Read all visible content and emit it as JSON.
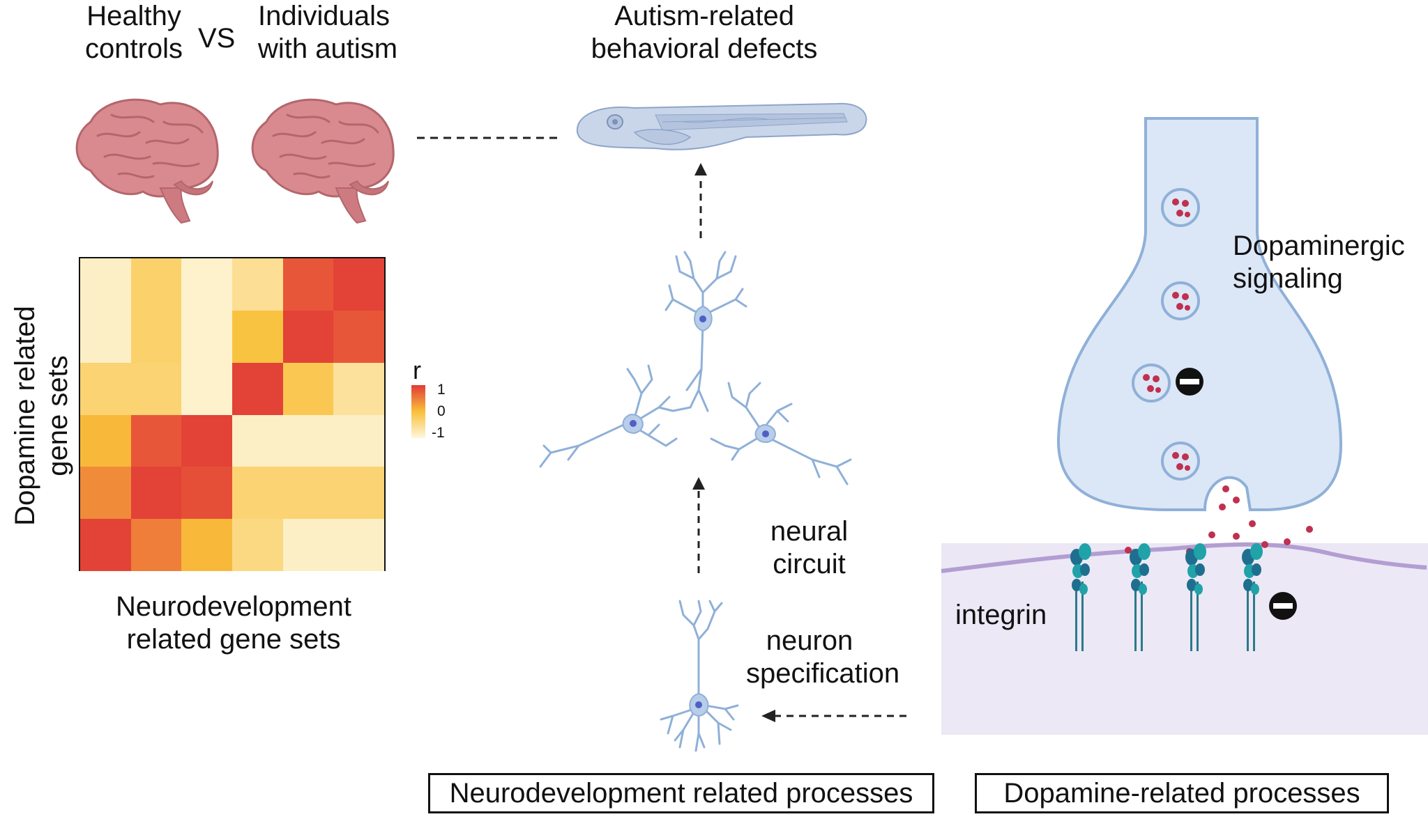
{
  "header": {
    "healthy": "Healthy controls",
    "healthy_l1": "Healthy",
    "healthy_l2": "controls",
    "vs": "VS",
    "autism_l1": "Individuals",
    "autism_l2": "with autism",
    "defects_l1": "Autism-related",
    "defects_l2": "behavioral defects"
  },
  "heatmap": {
    "ylabel_l1": "Dopamine related",
    "ylabel_l2": "gene sets",
    "xlabel_l1": "Neurodevelopment",
    "xlabel_l2": "related gene sets",
    "legend_title": "r",
    "legend_ticks": [
      "1",
      "0",
      "-1"
    ],
    "colors": {
      "high": "#e23b37",
      "mid": "#f9c03a",
      "low": "#fef7dd"
    }
  },
  "chart_data": {
    "type": "heatmap",
    "rows": 6,
    "cols": 6,
    "values": [
      [
        -0.85,
        -0.3,
        -0.9,
        -0.55,
        0.8,
        0.95
      ],
      [
        -0.85,
        -0.3,
        -0.9,
        -0.05,
        0.95,
        0.8
      ],
      [
        -0.35,
        -0.35,
        -0.9,
        0.95,
        -0.15,
        -0.6
      ],
      [
        0.05,
        0.8,
        0.95,
        -0.85,
        -0.85,
        -0.85
      ],
      [
        0.4,
        0.95,
        0.85,
        -0.35,
        -0.35,
        -0.35
      ],
      [
        0.95,
        0.5,
        0.05,
        -0.45,
        -0.85,
        -0.85
      ]
    ],
    "xlabel": "Neurodevelopment related gene sets",
    "ylabel": "Dopamine related gene sets",
    "colorbar": {
      "label": "r",
      "range": [
        -1,
        1
      ],
      "ticks": [
        1,
        0,
        -1
      ]
    }
  },
  "middle": {
    "neural_circuit_l1": "neural",
    "neural_circuit_l2": "circuit",
    "neuron_spec_l1": "neuron",
    "neuron_spec_l2": "specification"
  },
  "right": {
    "signaling_l1": "Dopaminergic",
    "signaling_l2": "signaling",
    "integrin": "integrin"
  },
  "footer": {
    "neuro_box": "Neurodevelopment related processes",
    "dopamine_box": "Dopamine-related  processes"
  }
}
